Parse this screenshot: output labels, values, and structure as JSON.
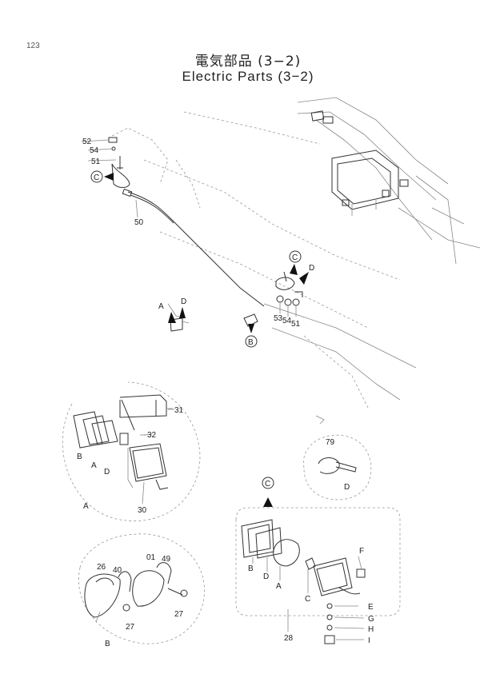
{
  "header": {
    "page_number": "123",
    "title_jp": "電気部品 (3−2)",
    "title_en": "Electric Parts (3−2)"
  },
  "callouts": {
    "c52": "52",
    "c54": "54",
    "c51": "51",
    "c50": "50",
    "c53b": "53",
    "c54b": "54",
    "c51b": "51",
    "c31": "31",
    "c32": "32",
    "c30": "30",
    "c27a": "27",
    "c27b": "27",
    "c26": "26",
    "c40": "40",
    "c01": "01",
    "c49": "49",
    "c79": "79",
    "c28": "28"
  },
  "letters": {
    "C1": "C",
    "C2": "C",
    "C3": "C",
    "D1": "D",
    "D2": "D",
    "B1": "B",
    "A1": "A",
    "B2": "B",
    "A2": "A",
    "D3": "D",
    "A3": "A",
    "B3": "B",
    "D4": "D",
    "Bc": "B",
    "Dc": "D",
    "Ac": "A",
    "Cc": "C",
    "Fc": "F",
    "Ec": "E",
    "Gc": "G",
    "Hc": "H",
    "Ic": "I"
  }
}
